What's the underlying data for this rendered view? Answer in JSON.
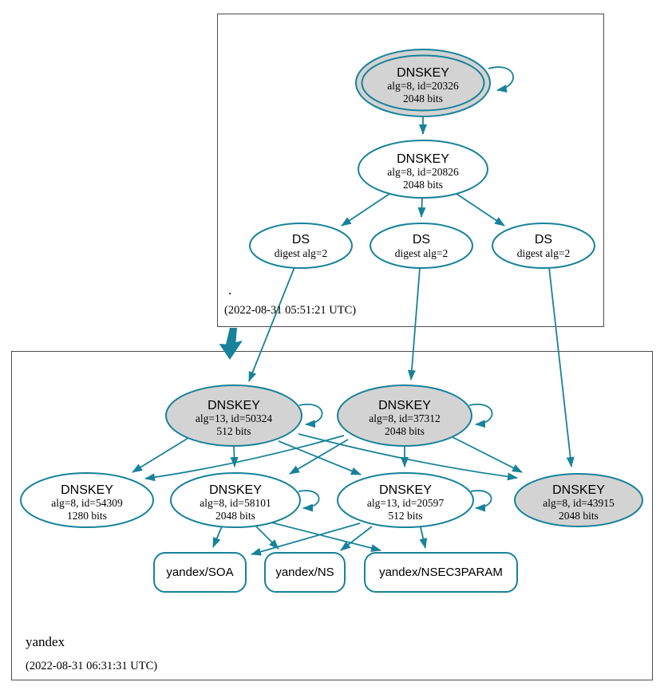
{
  "colors": {
    "edge_teal": "#178299",
    "signing_key_fill": "#d3d3d3",
    "plain_fill": "#ffffff",
    "box_border": "#4d4d4d",
    "text": "#000000"
  },
  "zones": [
    {
      "label": ".",
      "timestamp": "(2022-08-31 05:51:21 UTC)"
    },
    {
      "label": "yandex",
      "timestamp": "(2022-08-31 06:31:31 UTC)"
    }
  ],
  "nodes": {
    "root_ksk": {
      "line1": "DNSKEY",
      "line2": "alg=8, id=20326",
      "line3": "2048 bits"
    },
    "root_zsk": {
      "line1": "DNSKEY",
      "line2": "alg=8, id=20826",
      "line3": "2048 bits"
    },
    "root_ds1": {
      "line1": "DS",
      "line2": "digest alg=2"
    },
    "root_ds2": {
      "line1": "DS",
      "line2": "digest alg=2"
    },
    "root_ds3": {
      "line1": "DS",
      "line2": "digest alg=2"
    },
    "yx_ksk1": {
      "line1": "DNSKEY",
      "line2": "alg=13, id=50324",
      "line3": "512 bits"
    },
    "yx_ksk2": {
      "line1": "DNSKEY",
      "line2": "alg=8, id=37312",
      "line3": "2048 bits"
    },
    "yx_zsk1": {
      "line1": "DNSKEY",
      "line2": "alg=8, id=54309",
      "line3": "1280 bits"
    },
    "yx_zsk2": {
      "line1": "DNSKEY",
      "line2": "alg=8, id=58101",
      "line3": "2048 bits"
    },
    "yx_zsk3": {
      "line1": "DNSKEY",
      "line2": "alg=13, id=20597",
      "line3": "512 bits"
    },
    "yx_zsk4": {
      "line1": "DNSKEY",
      "line2": "alg=8, id=43915",
      "line3": "2048 bits"
    }
  },
  "rrsets": {
    "soa": "yandex/SOA",
    "ns": "yandex/NS",
    "nsec3param": "yandex/NSEC3PARAM"
  }
}
